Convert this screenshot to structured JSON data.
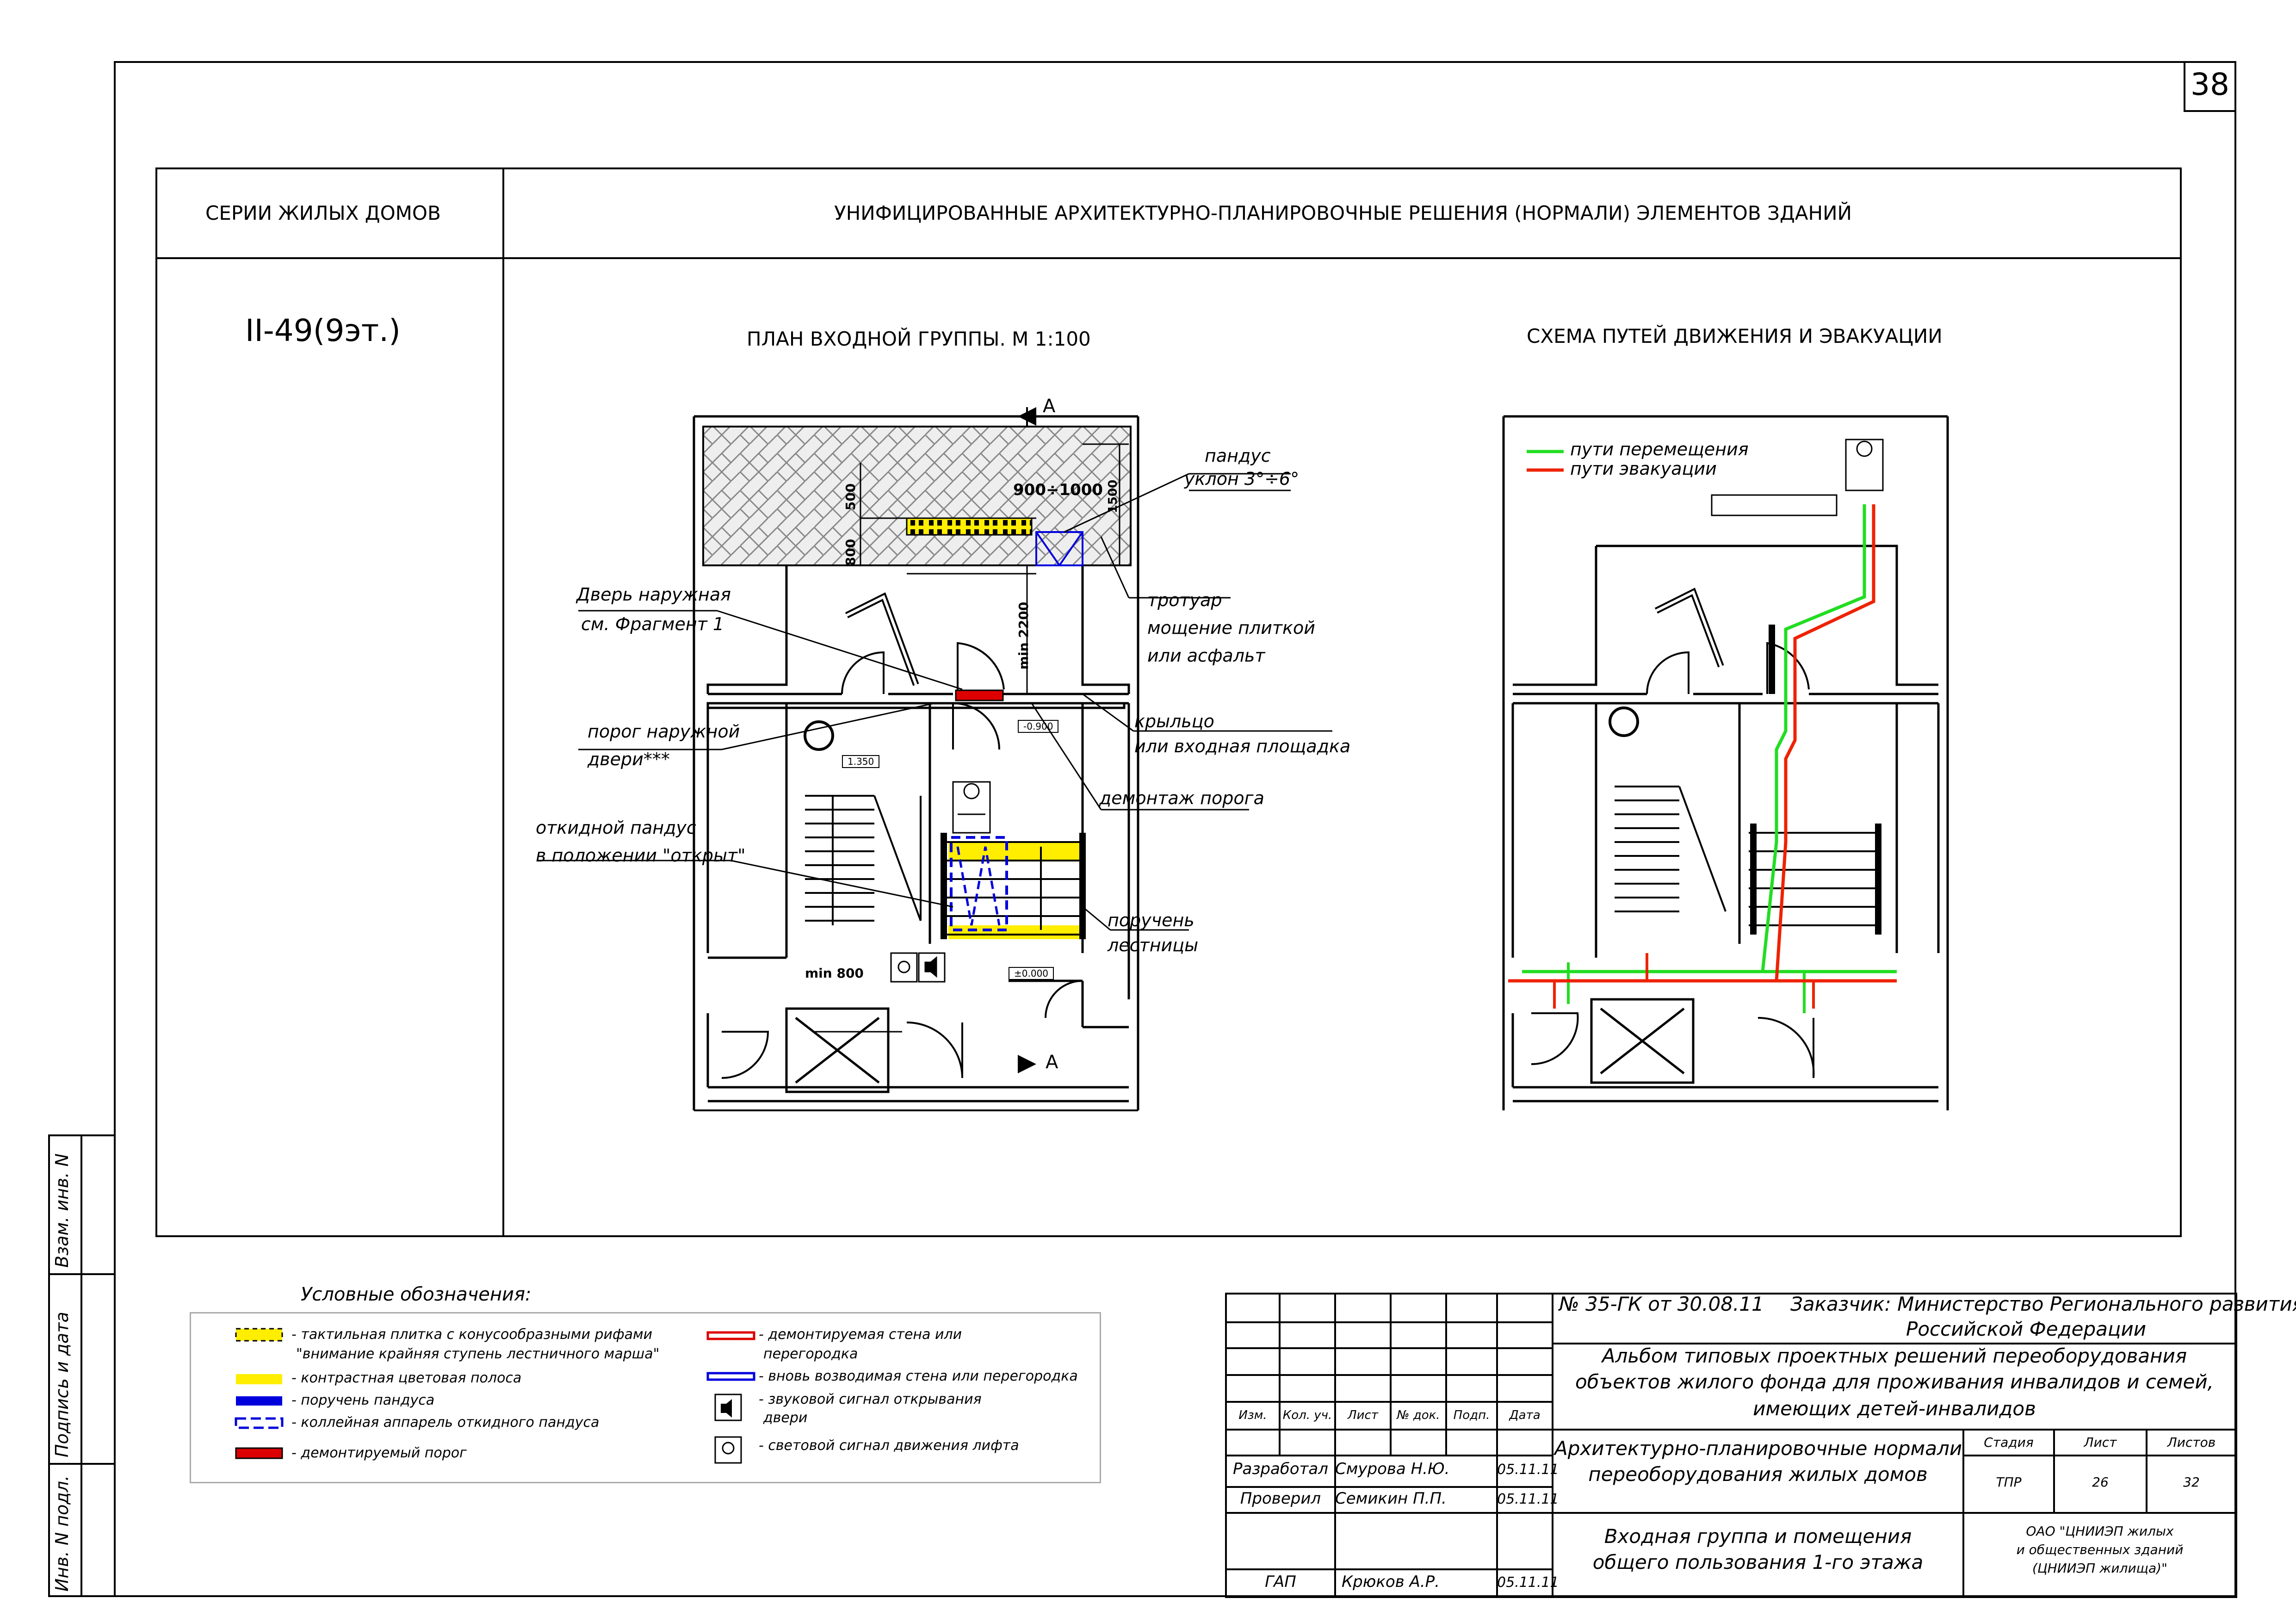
{
  "sheet_number": "38",
  "header": {
    "left": "СЕРИИ ЖИЛЫХ ДОМОВ",
    "right": "УНИФИЦИРОВАННЫЕ АРХИТЕКТУРНО-ПЛАНИРОВОЧНЫЕ РЕШЕНИЯ (НОРМАЛИ) ЭЛЕМЕНТОВ ЗДАНИЙ"
  },
  "series": "II-49(9эт.)",
  "plan": {
    "title": "ПЛАН ВХОДНОЙ ГРУППЫ. М 1:100",
    "section_mark": "A",
    "dims": {
      "d500": "500",
      "d800": "800",
      "d1500": "1500",
      "d900_1000": "900÷1000",
      "min2200": "min 2200",
      "min800": "min 800"
    },
    "levels": {
      "l1": "1.350",
      "l2": "-0.900",
      "l3": "±0.000"
    },
    "callouts": {
      "ramp_1": "пандус",
      "ramp_2": "уклон 3°÷6°",
      "door_1": "Дверь наружная",
      "door_2": "см. Фрагмент 1",
      "sidewalk_1": "тротуар",
      "sidewalk_2": "мощение плиткой",
      "sidewalk_3": "или асфальт",
      "porch_1": "крыльцо",
      "porch_2": "или входная площадка",
      "threshold_1": "порог наружной",
      "threshold_2": "двери***",
      "demount": "демонтаж порога",
      "fold_1": "откидной пандус",
      "fold_2": "в положении \"открыт\"",
      "rail_1": "поручень",
      "rail_2": "лестницы"
    }
  },
  "scheme": {
    "title": "СХЕМА ПУТЕЙ ДВИЖЕНИЯ И ЭВАКУАЦИИ",
    "legend_move": "пути перемещения",
    "legend_evac": "пути эвакуации"
  },
  "colors": {
    "move": "#22dd22",
    "evac": "#ee2200",
    "yellow": "#ffee00",
    "blue": "#0000dd",
    "red": "#dd0000",
    "hatch": "#888888"
  },
  "legend": {
    "title": "Условные обозначения:",
    "items": [
      {
        "text1": "- тактильная плитка с конусообразными рифами",
        "text2": "\"внимание крайняя ступень лестничного марша\""
      },
      {
        "text1": "- контрастная цветовая полоса"
      },
      {
        "text1": "- поручень пандуса"
      },
      {
        "text1": "- коллейная аппарель откидного пандуса"
      },
      {
        "text1": "- демонтируемый порог"
      },
      {
        "text1": "- демонтируемая стена или",
        "text2": "перегородка"
      },
      {
        "text1": "- вновь возводимая стена или перегородка"
      },
      {
        "text1": "- звуковой сигнал открывания",
        "text2": "двери"
      },
      {
        "text1": "- световой сигнал движения лифта"
      }
    ]
  },
  "stamp": {
    "contract": "№ 35-ГК от 30.08.11",
    "customer_1": "Заказчик: Министерство Регионального развития",
    "customer_2": "Российской Федерации",
    "album_1": "Альбом типовых проектных решений переоборудования",
    "album_2": "объектов жилого фонда для проживания инвалидов и семей,",
    "album_3": "имеющих детей-инвалидов",
    "section_1": "Архитектурно-планировочные нормали",
    "section_2": "переоборудования жилых домов",
    "sheet_title_1": "Входная группа и помещения",
    "sheet_title_2": "общего пользования 1-го этажа",
    "org_1": "ОАО \"ЦНИИЭП жилых",
    "org_2": "и общественных зданий",
    "org_3": "(ЦНИИЭП жилища)\"",
    "col_headers": [
      "Изм.",
      "Кол. уч.",
      "Лист",
      "№ док.",
      "Подп.",
      "Дата"
    ],
    "info_headers": [
      "Стадия",
      "Лист",
      "Листов"
    ],
    "info_values": [
      "ТПР",
      "26",
      "32"
    ],
    "rows": [
      {
        "role": "Разработал",
        "name": "Смурова Н.Ю.",
        "date": "05.11.11"
      },
      {
        "role": "Проверил",
        "name": "Семикин П.П.",
        "date": "05.11.11"
      },
      {
        "role": "ГАП",
        "name": "Крюков А.Р.",
        "date": "05.11.11"
      }
    ]
  },
  "side": {
    "s1": "Взам. инв. N",
    "s2": "Подпись и дата",
    "s3": "Инв. N подл."
  }
}
